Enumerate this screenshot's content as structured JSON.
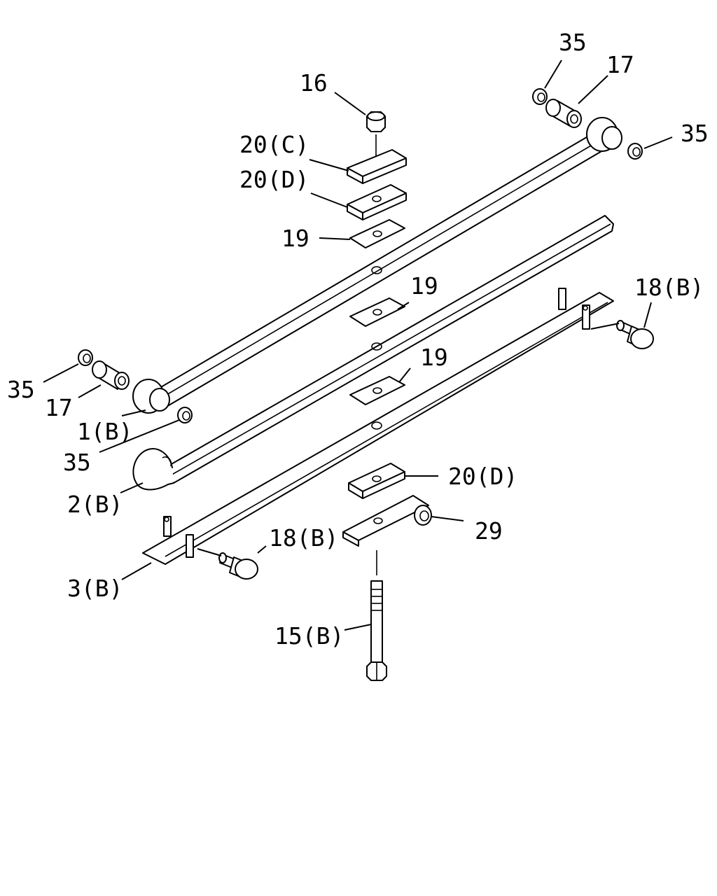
{
  "labels": {
    "p35_top": "35",
    "p17_top": "17",
    "p16": "16",
    "p20c": "20(C)",
    "p35_right": "35",
    "p20d_top": "20(D)",
    "p19_top": "19",
    "p19_mid": "19",
    "p18b_right": "18(B)",
    "p19_low": "19",
    "p35_left": "35",
    "p17_left": "17",
    "p1b": "1(B)",
    "p35_mid": "35",
    "p20d_bottom": "20(D)",
    "p2b": "2(B)",
    "p29": "29",
    "p18b_left": "18(B)",
    "p3b": "3(B)",
    "p15b": "15(B)"
  },
  "colors": {
    "line": "#000000",
    "background": "#ffffff"
  }
}
